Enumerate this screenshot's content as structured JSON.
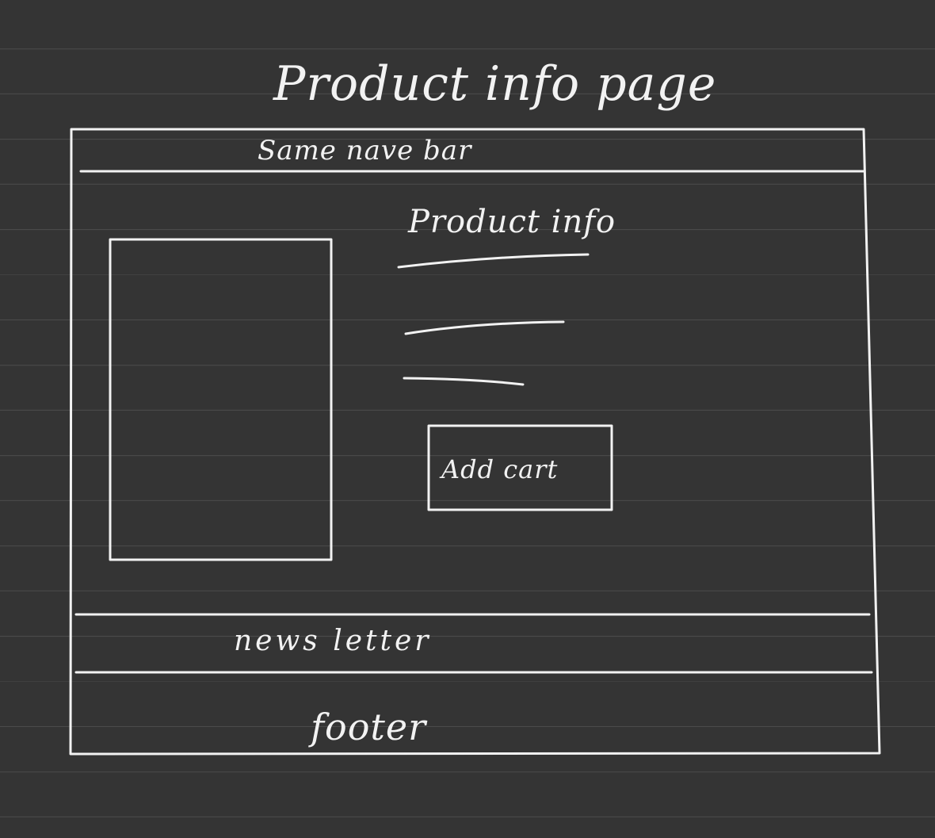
{
  "page_title": "Product info page",
  "wireframe": {
    "nav_bar": {
      "label": "Same nave bar"
    },
    "product_image": {},
    "product_info": {
      "heading": "Product info",
      "add_cart_button": {
        "label": "Add cart"
      }
    },
    "newsletter": {
      "label": "news letter"
    },
    "footer": {
      "label": "footer"
    }
  },
  "colors": {
    "background": "#343434",
    "ruled_line": "#4a4a4a",
    "ink": "#f2f2f2"
  }
}
